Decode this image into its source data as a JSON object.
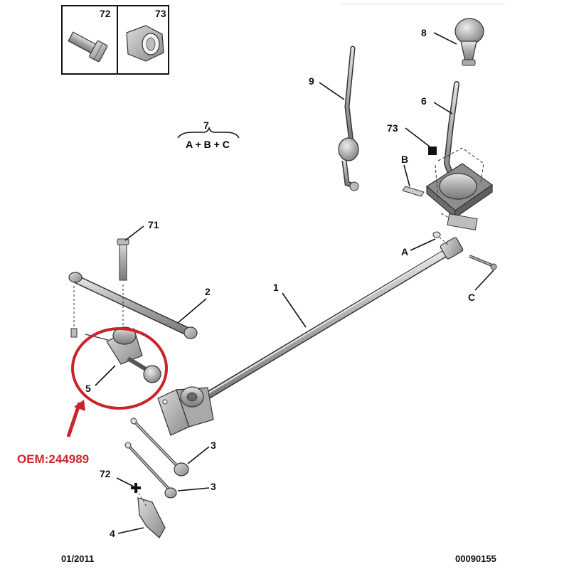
{
  "legend": {
    "bolt_number": "72",
    "nut_number": "73"
  },
  "callouts": {
    "c1": "1",
    "c2": "2",
    "c3a": "3",
    "c3b": "3",
    "c4": "4",
    "c5": "5",
    "c6": "6",
    "c7": "7",
    "c8": "8",
    "c9": "9",
    "c71": "71",
    "c72": "72",
    "c73": "73",
    "cA": "A",
    "cB": "B",
    "cC": "C"
  },
  "formula": "A + B + C",
  "annotation": {
    "oem_text": "OEM:244989",
    "highlight_color": "#c8242a"
  },
  "footer": {
    "date_code": "01/2011",
    "ref_code": "00090155"
  }
}
